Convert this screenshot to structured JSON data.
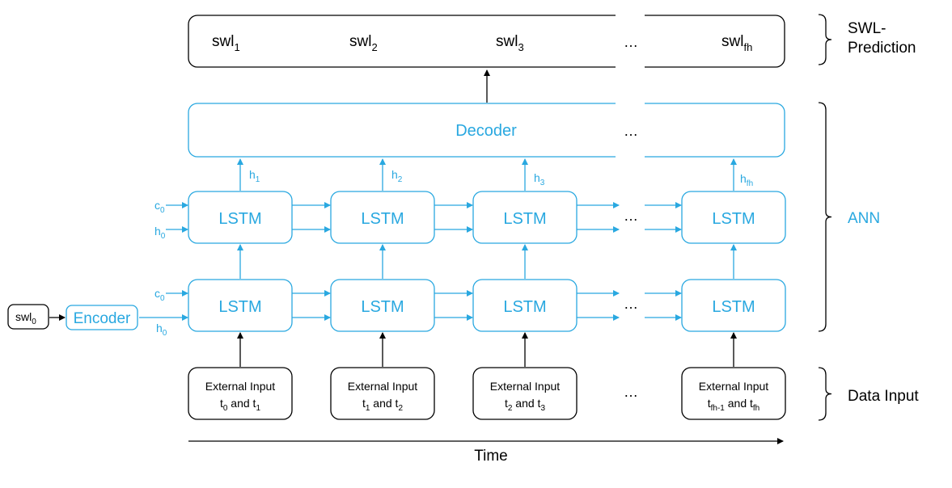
{
  "colors": {
    "accent": "#29a8e0",
    "ink": "#000000",
    "background": "#ffffff"
  },
  "prediction": {
    "items": [
      {
        "base": "swl",
        "sub": "1"
      },
      {
        "base": "swl",
        "sub": "2"
      },
      {
        "base": "swl",
        "sub": "3"
      },
      {
        "base": "…",
        "sub": ""
      },
      {
        "base": "swl",
        "sub": "fh"
      }
    ]
  },
  "decoder": {
    "label": "Decoder",
    "ellipsis": "…"
  },
  "hidden_states": [
    {
      "base": "h",
      "sub": "1"
    },
    {
      "base": "h",
      "sub": "2"
    },
    {
      "base": "h",
      "sub": "3"
    },
    {
      "base": "h",
      "sub": "fh"
    }
  ],
  "initial_states": {
    "c_top": {
      "base": "c",
      "sub": "0"
    },
    "h_top": {
      "base": "h",
      "sub": "0"
    },
    "c_bottom": {
      "base": "c",
      "sub": "0"
    },
    "h_bottom": {
      "base": "h",
      "sub": "0"
    }
  },
  "lstm_label": "LSTM",
  "row_ellipsis": "…",
  "encoder": {
    "label": "Encoder",
    "input": {
      "base": "swl",
      "sub": "0"
    }
  },
  "external_inputs": [
    {
      "line1": "External Input",
      "parts": [
        {
          "t": "t"
        },
        {
          "t": "0",
          "sub": true
        },
        {
          "t": " and t"
        },
        {
          "t": "1",
          "sub": true
        }
      ]
    },
    {
      "line1": "External Input",
      "parts": [
        {
          "t": "t"
        },
        {
          "t": "1",
          "sub": true
        },
        {
          "t": " and t"
        },
        {
          "t": "2",
          "sub": true
        }
      ]
    },
    {
      "line1": "External Input",
      "parts": [
        {
          "t": "t"
        },
        {
          "t": "2",
          "sub": true
        },
        {
          "t": " and t"
        },
        {
          "t": "3",
          "sub": true
        }
      ]
    },
    {
      "line1": "External Input",
      "parts": [
        {
          "t": "t"
        },
        {
          "t": "fh-1",
          "sub": true
        },
        {
          "t": " and t"
        },
        {
          "t": "fh",
          "sub": true
        }
      ]
    }
  ],
  "input_ellipsis": "…",
  "braces": {
    "prediction": "SWL-\nPrediction",
    "ann": "ANN",
    "data_input": "Data Input"
  },
  "time_label": "Time"
}
